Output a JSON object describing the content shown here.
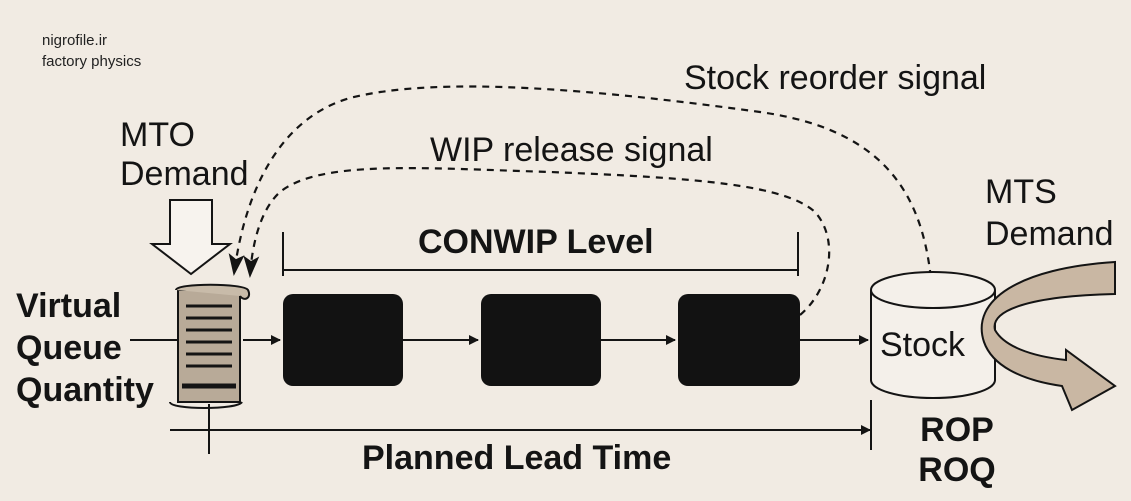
{
  "watermark": {
    "line1": "nigrofile.ir",
    "line2": "factory physics"
  },
  "labels": {
    "stock_reorder_signal": "Stock reorder signal",
    "wip_release_signal": "WIP release signal",
    "mto_demand_line1": "MTO",
    "mto_demand_line2": "Demand",
    "conwip_level": "CONWIP Level",
    "mts_demand_line1": "MTS",
    "mts_demand_line2": "Demand",
    "virtual_queue_line1": "Virtual",
    "virtual_queue_line2": "Queue",
    "virtual_queue_line3": "Quantity",
    "stock": "Stock",
    "rop": "ROP",
    "roq": "ROQ",
    "planned_lead_time": "Planned Lead Time"
  },
  "colors": {
    "background": "#f1ebe3",
    "ink": "#141414",
    "station_fill": "#121212",
    "scroll_fill": "#b8aa98",
    "mts_arrow_fill": "#c9b7a3"
  }
}
